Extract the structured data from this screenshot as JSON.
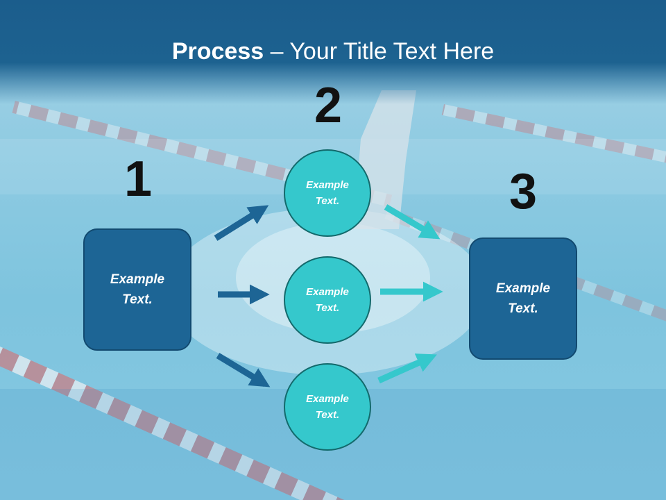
{
  "title": {
    "bold": "Process",
    "rest": " – Your Title Text Here"
  },
  "steps": [
    {
      "number": "1",
      "box_line1": "Example",
      "box_line2": "Text."
    },
    {
      "number": "2",
      "circles": [
        {
          "line1": "Example",
          "line2": "Text."
        },
        {
          "line1": "Example",
          "line2": "Text."
        },
        {
          "line1": "Example",
          "line2": "Text."
        }
      ]
    },
    {
      "number": "3",
      "box_line1": "Example",
      "box_line2": "Text."
    }
  ],
  "colors": {
    "title_band": "#1d6290",
    "box": "#1d6595",
    "circle": "#35c8cc",
    "arrow_dark": "#1d6595",
    "arrow_light": "#35c8cc",
    "number": "#111111"
  }
}
